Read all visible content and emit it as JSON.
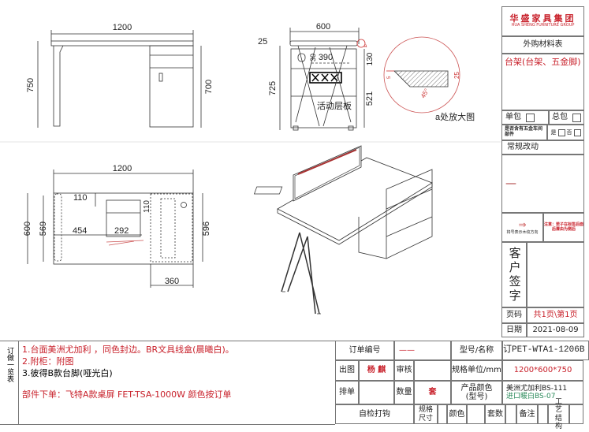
{
  "drawing": {
    "front_view": {
      "width": "1200",
      "height": "750",
      "inner_height": "700"
    },
    "side_view": {
      "width": "600",
      "top": "25",
      "height": "725",
      "drawer": "130",
      "shelf": "521",
      "drawer_width": "390",
      "drawer_small": "30",
      "shelf_label": "活动层板",
      "detail_marker": "a"
    },
    "detail": {
      "caption": "a处放大图",
      "dim_top": "5",
      "dim_thick": "25",
      "angle": "45°"
    },
    "top_view": {
      "width": "1200",
      "depth": "600",
      "inner_depth": "569",
      "cabinet_depth": "596",
      "cabinet_width": "360",
      "offset": "110",
      "box_depth": "110",
      "left_offset": "454",
      "box_width": "292"
    }
  },
  "panel": {
    "company_cn": "华盛家具集团",
    "company_en": "HUA SHENG FURNITURE GROUP",
    "materials_title": "外购材料表",
    "materials_item": "台架(台架、五金脚)",
    "single_pack": "单包",
    "total_pack": "总包",
    "hardware_question": "是否含有五金车间部件",
    "yes": "是",
    "no": "否",
    "regular_change": "常规改动",
    "dash": "—",
    "grain_label": "将号表示木纹方向",
    "grain_note": "注意：若子在标签后面后骤由为侧后",
    "customer_sign": "客户签字",
    "page_label": "页码",
    "page_value": "共1页\\第1页",
    "date_label": "日期",
    "date_value": "2021-08-09"
  },
  "notes": {
    "side_label": "订做一览表",
    "lines": [
      "1.台面美洲尤加利 ，同色封边。BR文具线盒(晨曦白)。",
      "2.附柜：附图",
      "3.彼得B款台脚(哑光白)"
    ],
    "order_parts": "部件下单：飞特A款桌屏 FET-TSA-1000W 颜色按订单"
  },
  "order_table": {
    "order_no_label": "订单编号",
    "order_no": "——",
    "model_label": "型号/名称",
    "model": "订PET-WTA1-1206B",
    "drawn_label": "出图",
    "drawn_by": "杨 麒",
    "review_label": "审核",
    "spec_label": "规格单位/mm",
    "spec": "1200*600*750",
    "arrange_label": "排单",
    "qty_label": "数量",
    "qty": "套",
    "color_label": "产品颜色(型号)",
    "color1": "美洲尤加利BS-111",
    "color2": "进口暖白BS-07",
    "check_label": "自检打钩",
    "size_label": "规格尺寸",
    "color_check": "颜色",
    "sets_label": "套数",
    "remark_label": "备注",
    "craft_label": "工艺结构"
  }
}
